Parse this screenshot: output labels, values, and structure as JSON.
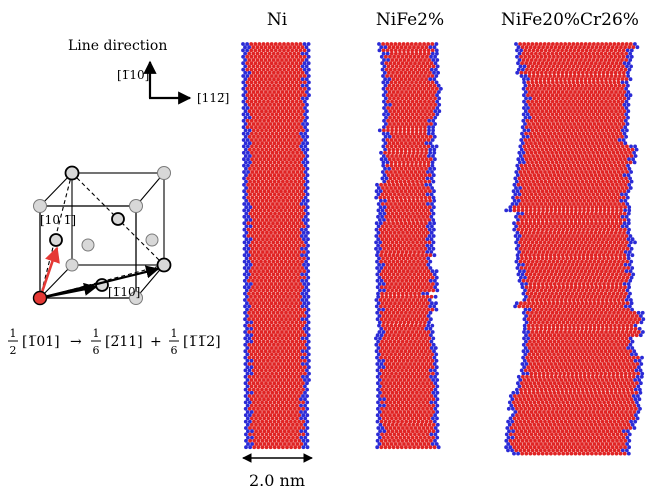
{
  "coordinate_system": {
    "line_direction_label": "Line direction",
    "vertical_direction": "[1̅10]",
    "horizontal_direction": "[112̅]"
  },
  "unit_cell": {
    "labels": {
      "burgers_vector": "[10 1̅]",
      "line_vector": "[1̅10]"
    },
    "colors": {
      "burgers_arrow": "#e53935",
      "other_arrows": "#000000",
      "atoms": "#888888"
    }
  },
  "dissociation_equation": {
    "coefficient_1": {
      "num": "1",
      "den": "2"
    },
    "vector_1": "[1̅01]",
    "arrow": "→",
    "coefficient_2": {
      "num": "1",
      "den": "6"
    },
    "vector_2": "[2̅11]",
    "plus": "+",
    "coefficient_3": {
      "num": "1",
      "den": "6"
    },
    "vector_3": "[1̅1̅2]"
  },
  "panels": [
    {
      "title": "Ni"
    },
    {
      "title": "NiFe2%"
    },
    {
      "title": "NiFe20%Cr26%"
    }
  ],
  "atom_colors": {
    "stacking_fault": "#e02424",
    "perfect_lattice": "#2b2bd6"
  },
  "scale_bar": {
    "label": "2.0 nm"
  }
}
